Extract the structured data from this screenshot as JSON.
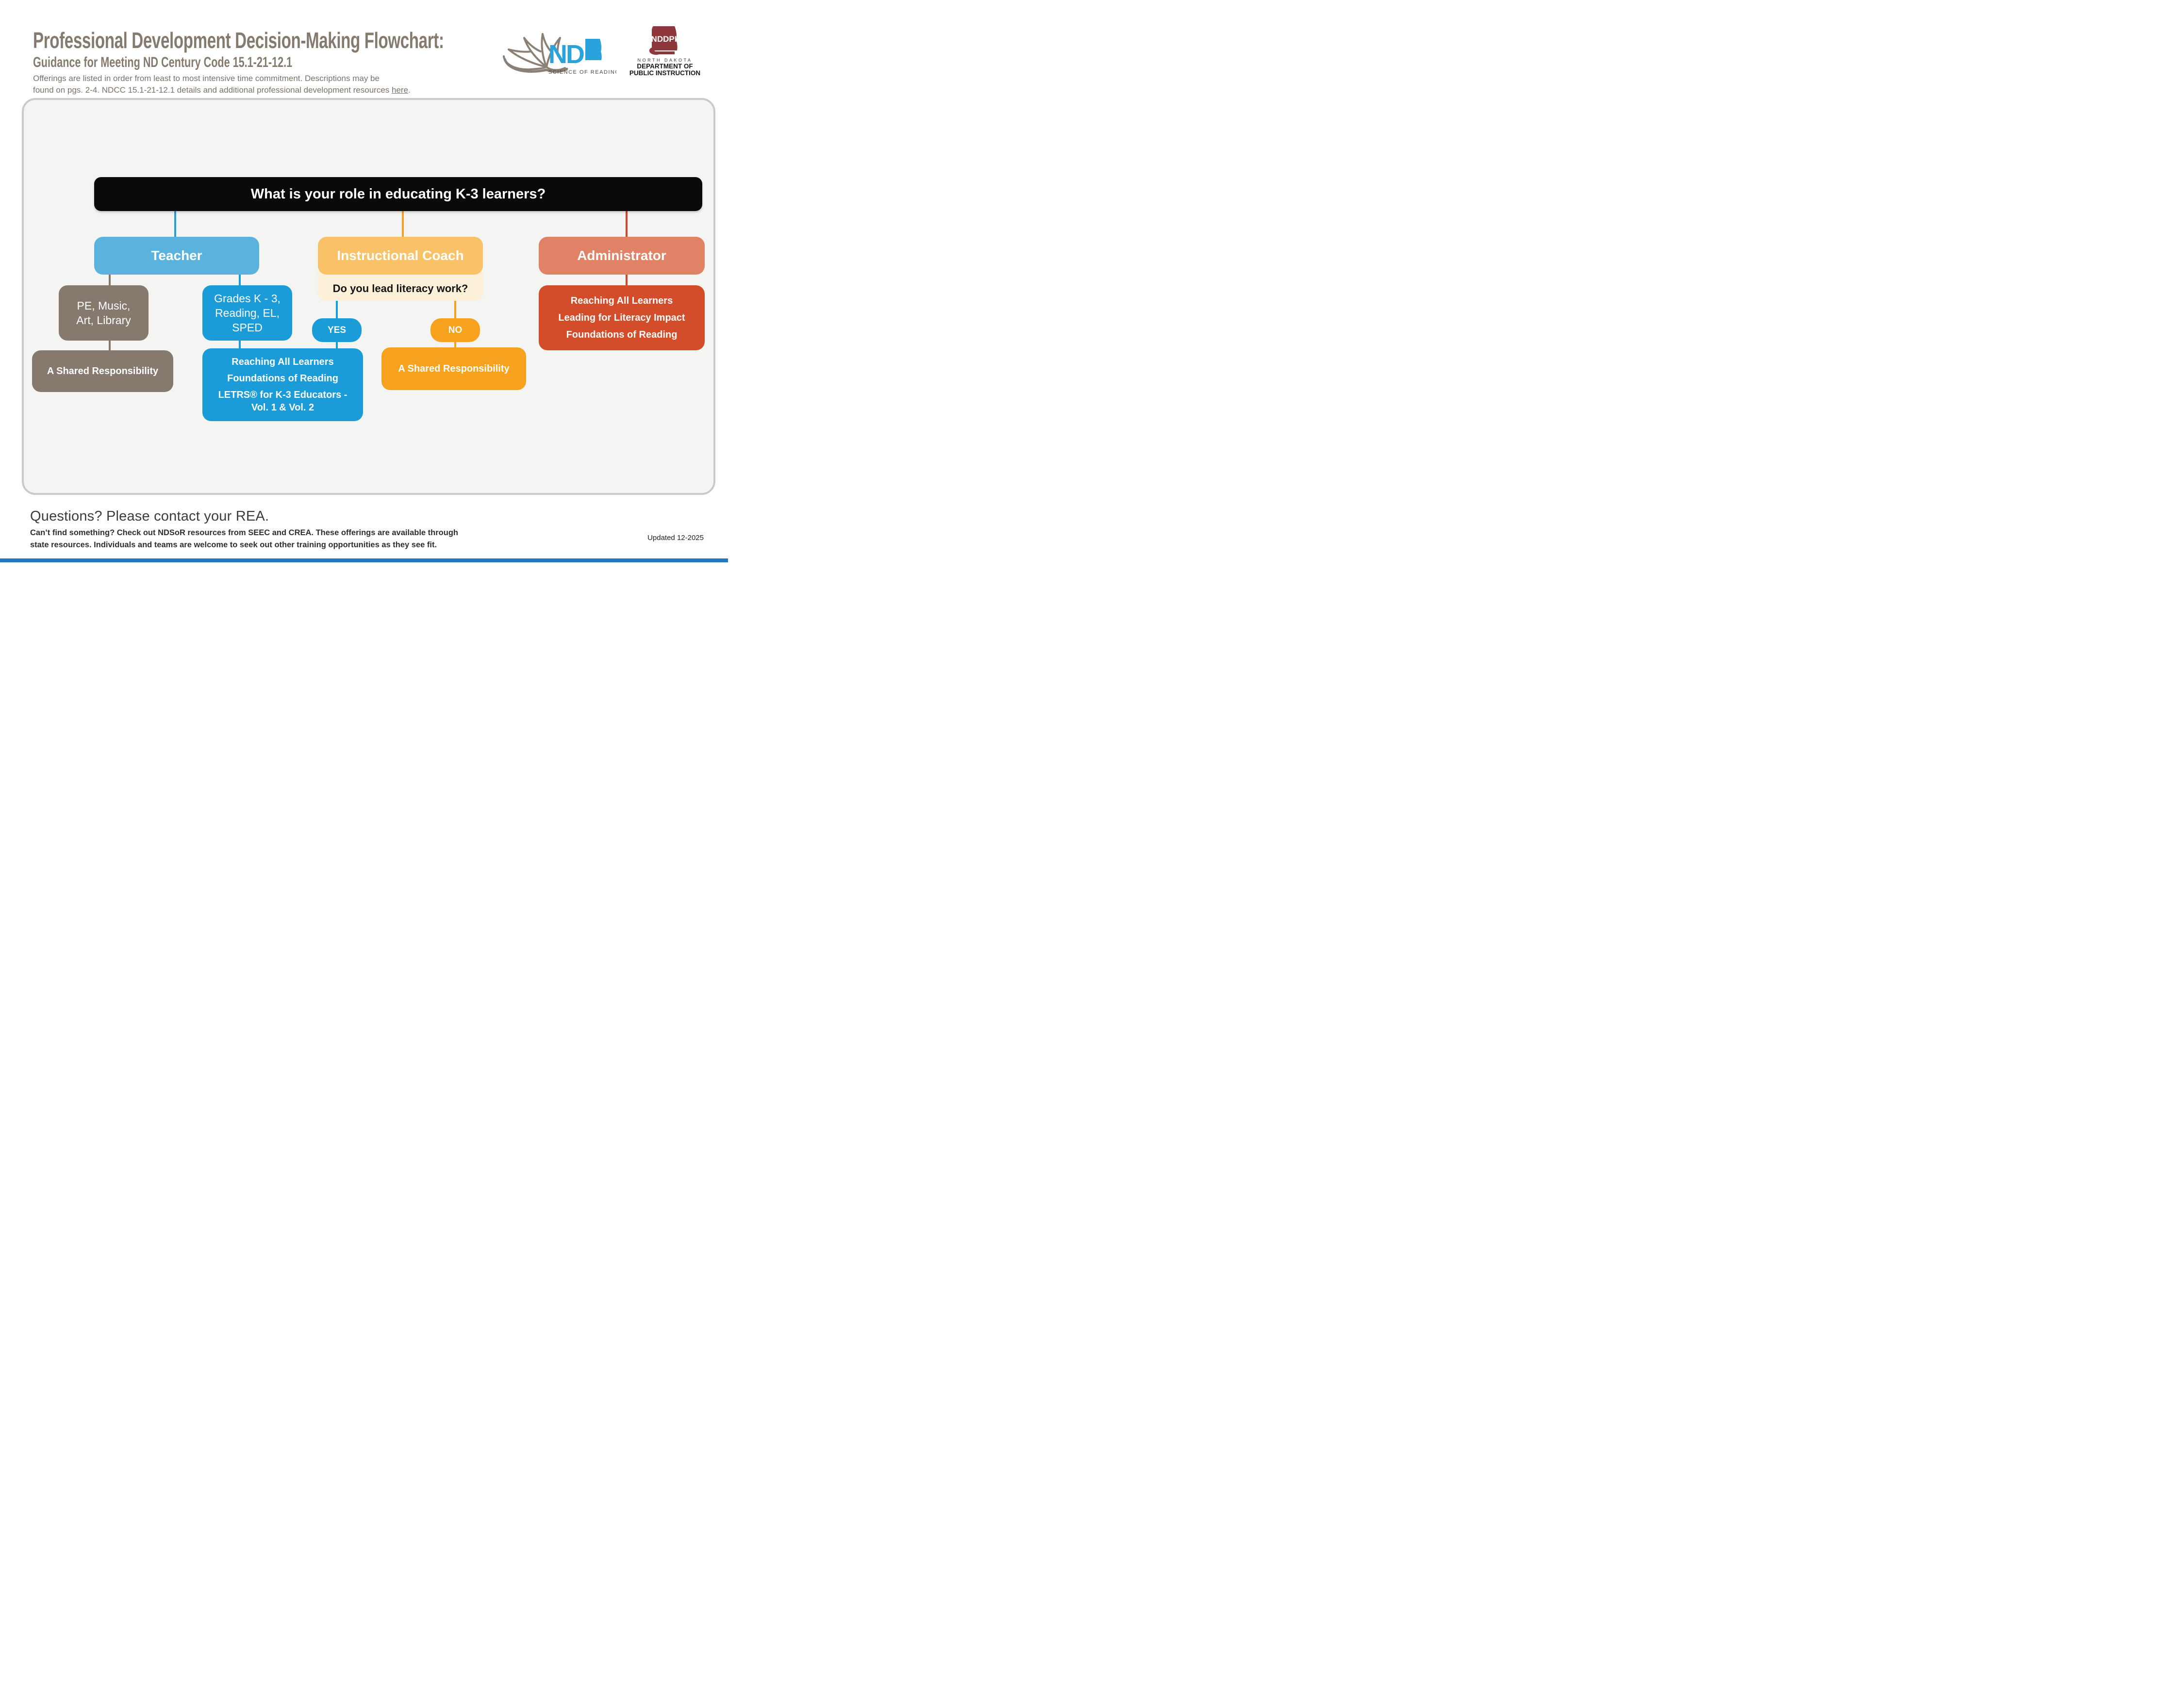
{
  "header": {
    "title": "Professional Development Decision-Making Flowchart:",
    "subtitle": "Guidance for Meeting ND Century Code 15.1-21-12.1",
    "description_line1": "Offerings are listed in order from least to most intensive time commitment. Descriptions may be",
    "description_line2": "found on pgs. 2-4. NDCC 15.1-21-12.1 details and additional professional development resources ",
    "description_link": "here",
    "description_end": ".",
    "sor_logo": {
      "nd": "ND",
      "caption": "SCIENCE OF READING"
    },
    "nddpi_logo": {
      "acronym": "NDDPI",
      "region": "NORTH DAKOTA",
      "dept_line1": "DEPARTMENT OF",
      "dept_line2": "PUBLIC INSTRUCTION"
    }
  },
  "flowchart": {
    "root_question": "What is your role in educating K-3 learners?",
    "teacher": {
      "label": "Teacher",
      "specials": {
        "line1": "PE, Music,",
        "line2": "Art, Library"
      },
      "specials_result": "A Shared Responsibility",
      "k3": {
        "line1": "Grades K - 3,",
        "line2": "Reading, EL,",
        "line3": "SPED"
      },
      "k3_result": {
        "item1": "Reaching All Learners",
        "item2": "Foundations of Reading",
        "item3": "LETRS® for K-3 Educators - Vol. 1 & Vol. 2"
      }
    },
    "coach": {
      "label": "Instructional Coach",
      "question": "Do you lead literacy work?",
      "yes_label": "YES",
      "no_label": "NO",
      "no_result": "A Shared Responsibility"
    },
    "admin": {
      "label": "Administrator",
      "result": {
        "item1": "Reaching All Learners",
        "item2": "Leading for Literacy Impact",
        "item3": "Foundations of Reading"
      }
    }
  },
  "footer": {
    "heading": "Questions? Please contact your REA.",
    "body_line1": "Can’t find something? Check out NDSoR resources from SEEC and CREA. These offerings are available through",
    "body_line2": "state resources. Individuals and teams are welcome to seek out other training opportunities as they see fit.",
    "updated": "Updated 12-2025"
  },
  "colors": {
    "teacher_blue": "#5BB3DD",
    "blue": "#1B9BD7",
    "taupe": "#86796E",
    "coach_orange": "#F9C269",
    "cream": "#FDF0D9",
    "orange": "#F6A21E",
    "admin_salmon": "#E08266",
    "red": "#D44D2B",
    "root_black": "#0A0A0A",
    "title_text": "#847A6E",
    "panel_bg": "#F4F4F3",
    "panel_border": "#CACACA",
    "bottom_bar": "#2479C4"
  }
}
